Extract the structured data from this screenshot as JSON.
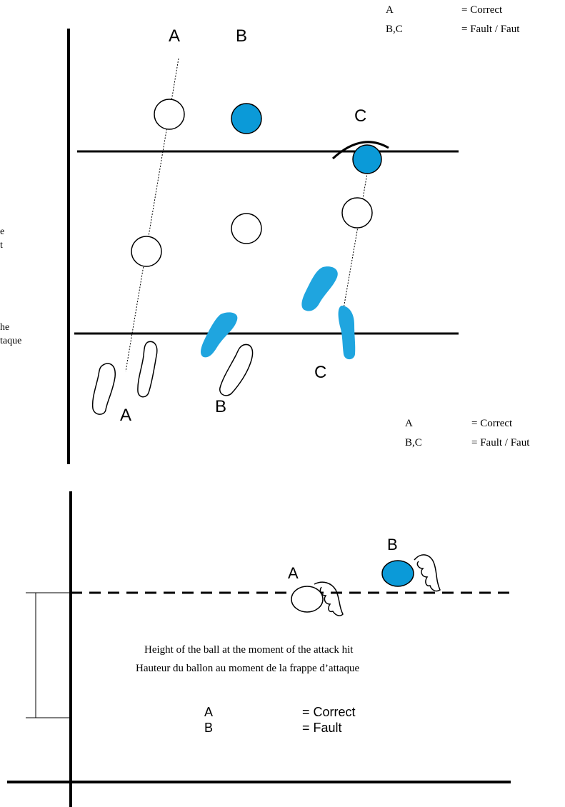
{
  "top_legend": {
    "row1_key": "A",
    "row1_value": "= Correct",
    "row2_key": "B,C",
    "row2_value": "= Fault / Faut"
  },
  "left_side_text": {
    "line1": "e",
    "line2": "t",
    "line3": "he",
    "line4": "taque"
  },
  "diagram1": {
    "label_a_top": "A",
    "label_b_top": "B",
    "label_c_top": "C",
    "label_a_bottom": "A",
    "label_b_bottom": "B",
    "label_c_bottom": "C",
    "legend": {
      "row1_key": "A",
      "row1_value": "= Correct",
      "row2_key": "B,C",
      "row2_value": "= Fault / Faut"
    }
  },
  "diagram2": {
    "label_a": "A",
    "label_b": "B",
    "caption_en": "Height of the ball at the moment of the attack hit",
    "caption_fr": "Hauteur du ballon au moment de la frappe d’attaque",
    "legend": {
      "row1_key": "A",
      "row1_value": "= Correct",
      "row2_key": "B",
      "row2_value": "= Fault"
    }
  },
  "colors": {
    "ball_fault": "#0b9ad8",
    "foot_fault": "#1fa5df",
    "line": "#000000"
  }
}
